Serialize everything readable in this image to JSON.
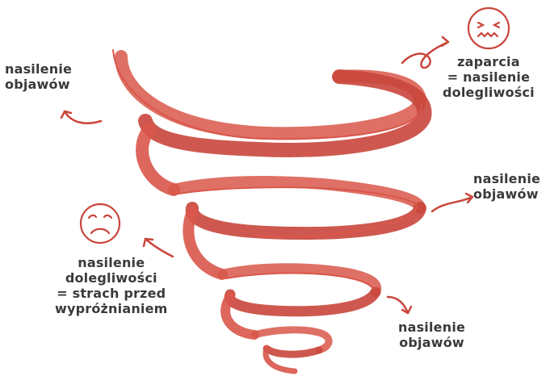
{
  "colors": {
    "spiral": "#d9574a",
    "spiral_dark": "#c9463c",
    "text": "#3a3a3a",
    "arrow": "#c9463c"
  },
  "icons": {
    "face_top": "angry-face-icon",
    "face_left": "sad-face-icon"
  },
  "labels": {
    "top_left": [
      "nasilenie",
      "objawów"
    ],
    "top_right": [
      "zaparcia",
      "= nasilenie",
      "dolegliwości"
    ],
    "right": [
      "nasilenie",
      "objawów"
    ],
    "left": [
      "nasilenie",
      "dolegliwości",
      "= strach przed",
      "wypróżnianiem"
    ],
    "bottom": [
      "nasilenie",
      "objawów"
    ]
  }
}
